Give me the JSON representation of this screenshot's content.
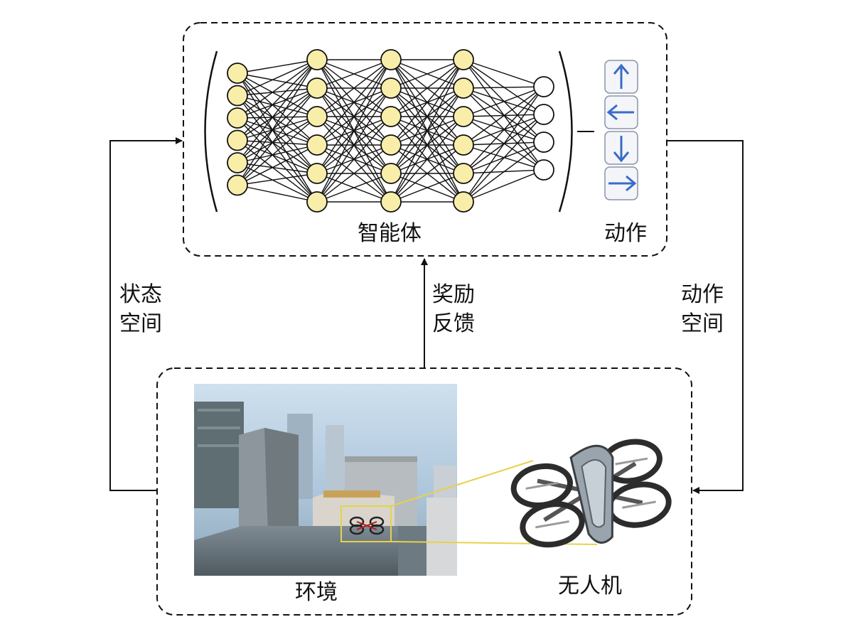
{
  "agent": {
    "label": "智能体"
  },
  "action": {
    "label": "动作",
    "icons": [
      "arrow-up-icon",
      "arrow-left-icon",
      "arrow-down-icon",
      "arrow-right-icon"
    ]
  },
  "environment": {
    "label": "环境"
  },
  "drone": {
    "label": "无人机"
  },
  "state_space": {
    "line1": "状态",
    "line2": "空间"
  },
  "reward_feedback": {
    "line1": "奖励",
    "line2": "反馈"
  },
  "action_space": {
    "line1": "动作",
    "line2": "空间"
  },
  "network": {
    "layers": [
      6,
      6,
      6,
      6,
      4
    ],
    "hidden_color": "#f8eeaa",
    "output_color": "#ffffff"
  },
  "colors": {
    "arrow_icon": "#3a6cc8",
    "highlight_box": "#e6d24a",
    "line": "#111111"
  }
}
